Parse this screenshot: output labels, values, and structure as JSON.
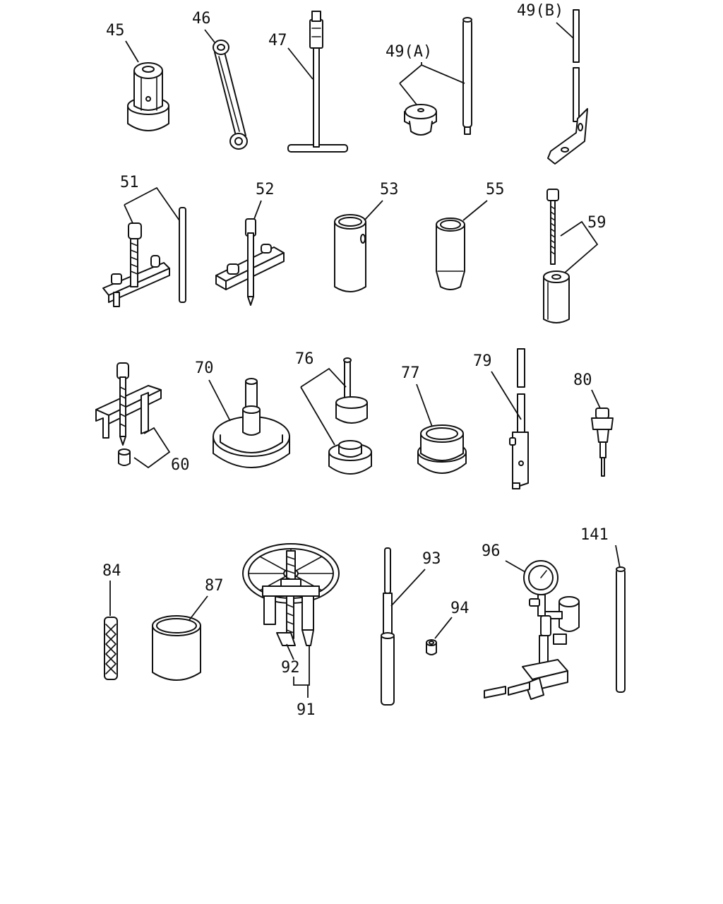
{
  "diagram": {
    "labels": {
      "p45": "45",
      "p46": "46",
      "p47": "47",
      "p49a": "49(A)",
      "p49b": "49(B)",
      "p51": "51",
      "p52": "52",
      "p53": "53",
      "p55": "55",
      "p59": "59",
      "p60": "60",
      "p70": "70",
      "p76": "76",
      "p77": "77",
      "p79": "79",
      "p80": "80",
      "p84": "84",
      "p87": "87",
      "p91": "91",
      "p92": "92",
      "p93": "93",
      "p94": "94",
      "p96": "96",
      "p141": "141"
    }
  }
}
